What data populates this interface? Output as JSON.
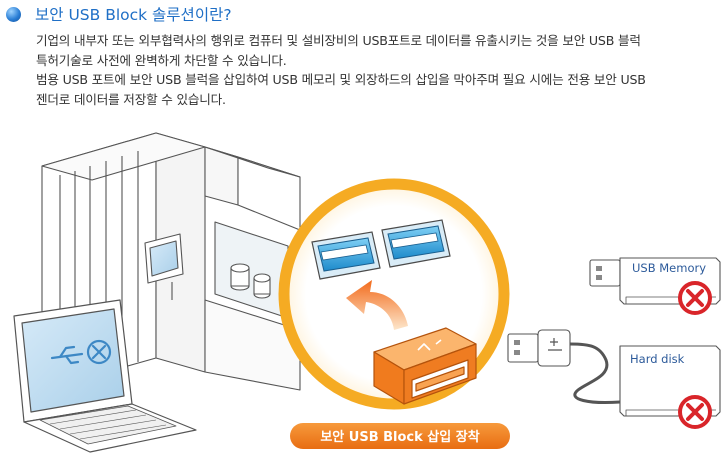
{
  "header": {
    "title": "보안 USB Block 솔루션이란?"
  },
  "description": {
    "lines": [
      "기업의 내부자 또는 외부협력사의 행위로 컴퓨터 및 설비장비의 USB포트로 데이터를 유출시키는 것을 보안 USB 블럭",
      "특허기술로 사전에 완벽하게 차단할 수 있습니다.",
      "범용 USB 포트에 보안 USB 블럭을 삽입하여 USB 메모리 및 외장하드의 삽입을 막아주며 필요 시에는 전용 보안 USB",
      "젠더로 데이터를 저장할 수 있습니다."
    ]
  },
  "diagram": {
    "caption": "보안 USB Block 삽입 장착",
    "usb_memory_label": "USB Memory",
    "hard_disk_label": "Hard disk",
    "colors": {
      "ring": "#f5ab23",
      "caption_bg": "#ef7d1a",
      "block_orange": "#f47a1f",
      "port_blue": "#2a9bd8",
      "deny_red": "#d9252a",
      "line_art": "#555555"
    }
  }
}
